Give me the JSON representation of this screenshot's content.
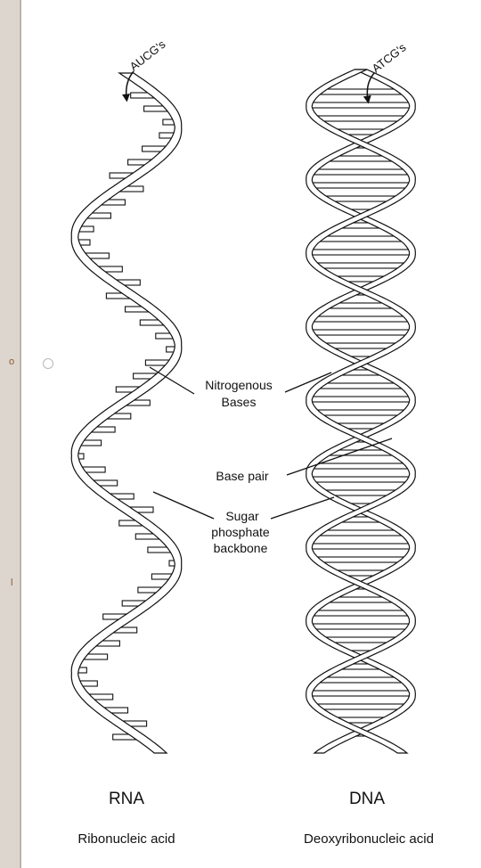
{
  "figure": {
    "rna": {
      "title": "RNA",
      "subtitle": "Ribonucleic acid",
      "bases_label": "AUCG's"
    },
    "dna": {
      "title": "DNA",
      "subtitle": "Deoxyribonucleic acid",
      "bases_label": "ATCG's"
    },
    "annotations": {
      "nitrogenous_line1": "Nitrogenous",
      "nitrogenous_line2": "Bases",
      "base_pair": "Base pair",
      "sugar_line1": "Sugar",
      "sugar_line2": "phosphate",
      "sugar_line3": "backbone"
    }
  },
  "left_strip": {
    "mark_a": "o",
    "mark_b": "l"
  },
  "colors": {
    "background": "#ddd6cf",
    "panel": "#ffffff",
    "ink": "#111111"
  }
}
